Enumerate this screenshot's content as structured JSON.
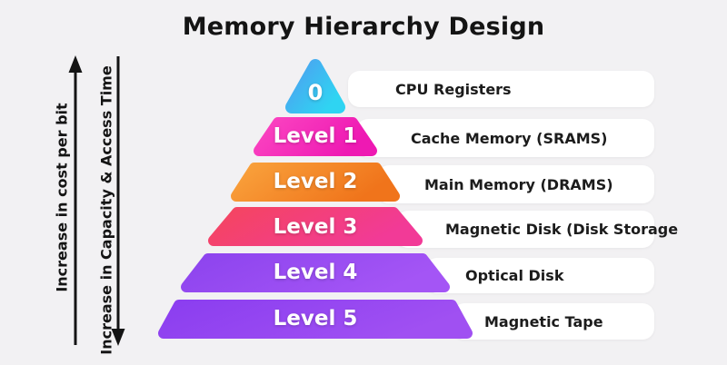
{
  "title": "Memory Hierarchy Design",
  "arrows": {
    "cost_label": "Increase in cost per bit",
    "capacity_label": "Increase in Capacity & Access Time"
  },
  "colors": {
    "background": "#f2f1f3",
    "card_bg": "#ffffff",
    "text_dark": "#141414",
    "level_text": "#ffffff"
  },
  "chart_data": {
    "type": "pyramid",
    "title": "Memory Hierarchy Design",
    "levels": [
      {
        "level_label": "0",
        "name": "CPU Registers",
        "colors": [
          "#4da0f0",
          "#2fd4f2"
        ]
      },
      {
        "level_label": "Level 1",
        "name": "Cache Memory (SRAMS)",
        "colors": [
          "#fb45c1",
          "#ee19b3"
        ]
      },
      {
        "level_label": "Level 2",
        "name": "Main Memory (DRAMS)",
        "colors": [
          "#f9a23c",
          "#f0741b"
        ]
      },
      {
        "level_label": "Level 3",
        "name": "Magnetic Disk (Disk Storage",
        "colors": [
          "#f4455f",
          "#f23a97"
        ]
      },
      {
        "level_label": "Level 4",
        "name": "Optical Disk",
        "colors": [
          "#8d44ee",
          "#a455f5"
        ]
      },
      {
        "level_label": "Level 5",
        "name": "Magnetic Tape",
        "colors": [
          "#8b3ef0",
          "#a050f2"
        ]
      }
    ],
    "annotations": [
      "Increase in cost per bit",
      "Increase in Capacity & Access Time"
    ]
  }
}
